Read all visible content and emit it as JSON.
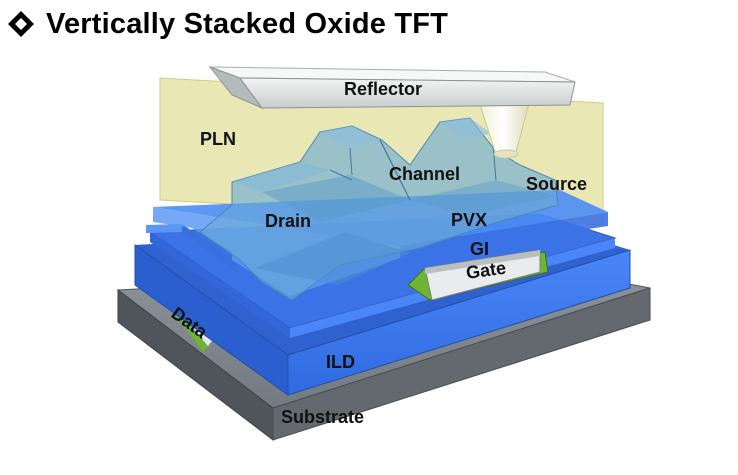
{
  "title": "Vertically Stacked Oxide TFT",
  "bullet_icon": "diamond-bullet-icon",
  "layers": {
    "reflector": "Reflector",
    "pln": "PLN",
    "channel": "Channel",
    "source": "Source",
    "drain": "Drain",
    "pvx": "PVX",
    "gi": "GI",
    "gate": "Gate",
    "data": "Data",
    "ild": "ILD",
    "substrate": "Substrate"
  },
  "colors": {
    "substrate_top": "#7e858b",
    "substrate_front": "#585f66",
    "ild_top": "#3b73e6",
    "ild_front": "#3e7ff5",
    "pvx_blue": "#4d8cf5",
    "channel_translucent": "#6aa9d4",
    "pln_translucent": "#e3e2a2",
    "gate_contact_green": "#6fb534",
    "metal_white": "#eef0f0",
    "reflector": "#e8eaea"
  }
}
